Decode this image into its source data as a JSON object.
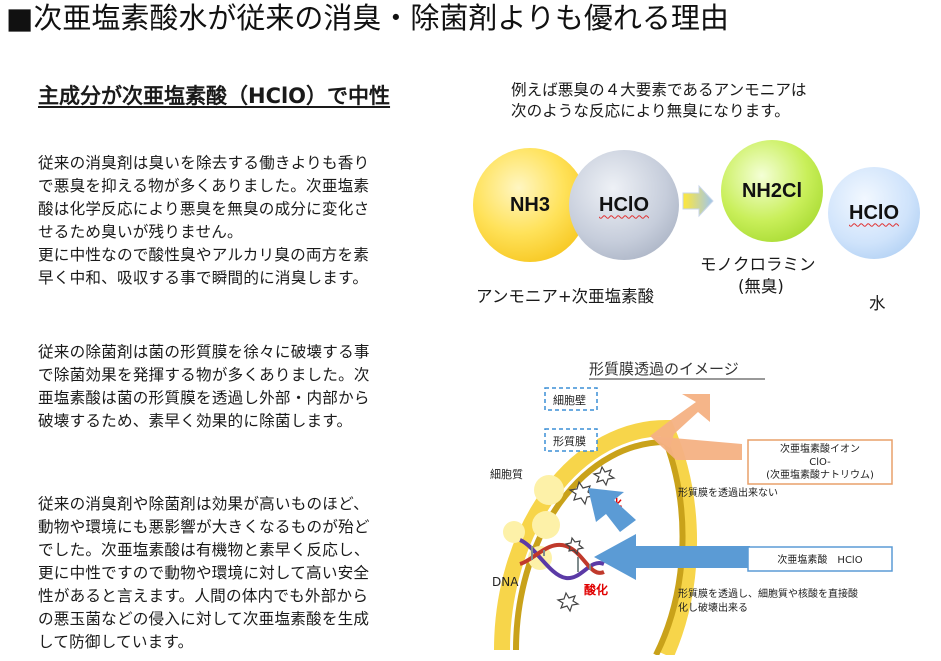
{
  "title": "■次亜塩素酸水が従来の消臭・除菌剤よりも優れる理由",
  "heading": "主成分が次亜塩素酸（HClO）で中性",
  "paragraphs": [
    [
      "従来の消臭剤は臭いを除去する働きよりも香り",
      "で悪臭を抑える物が多くありました。次亜塩素",
      "酸は化学反応により悪臭を無臭の成分に変化さ",
      "せるため臭いが残りません。",
      "更に中性なので酸性臭やアルカリ臭の両方を素",
      "早く中和、吸収する事で瞬間的に消臭します。"
    ],
    [
      "従来の除菌剤は菌の形質膜を徐々に破壊する事",
      "で除菌効果を発揮する物が多くありました。次",
      "亜塩素酸は菌の形質膜を透過し外部・内部から",
      "破壊するため、素早く効果的に除菌します。"
    ],
    [
      "従来の消臭剤や除菌剤は効果が高いものほど、",
      "動物や環境にも悪影響が大きくなるものが殆ど",
      "でした。次亜塩素酸は有機物と素早く反応し、",
      "更に中性ですので動物や環境に対して高い安全",
      "性があると言えます。人間の体内でも外部から",
      "の悪玉菌などの侵入に対して次亜塩素酸を生成",
      "して防御しています。"
    ]
  ],
  "reaction": {
    "intro": [
      "例えば悪臭の４大要素であるアンモニアは",
      "次のような反応により無臭になります。"
    ],
    "nh3": "NH3",
    "hclo": "HClO",
    "nh2cl": "NH2Cl",
    "hclo_product": "HClO",
    "reactants_label": "アンモニア+次亜塩素酸",
    "product_label_1": "モノクロラミン",
    "product_label_2": "(無臭)",
    "water_label": "水"
  },
  "membrane": {
    "title": "形質膜透過のイメージ",
    "cell_wall": "細胞壁",
    "membrane": "形質膜",
    "cytoplasm": "細胞質",
    "dna": "DNA",
    "oxidation": "酸化",
    "ion_box": [
      "次亜塩素酸イオン",
      "ClO-",
      "(次亜塩素酸ナトリウム)"
    ],
    "no_pass": "形質膜を透過出来ない",
    "hclo_box": "次亜塩素酸　HClO",
    "pass_text": [
      "形質膜を透過し、細胞質や核酸を直接酸",
      "化し破壊出来る"
    ]
  },
  "colors": {
    "membrane_yellow": "#f7d54a",
    "membrane_gold": "#c9a21a",
    "arrow_orange": "#f4b183",
    "arrow_blue": "#5b9bd5",
    "oxidation_red": "#e00000",
    "box_orange": "#e8a06a",
    "box_blue": "#5b9bd5"
  }
}
